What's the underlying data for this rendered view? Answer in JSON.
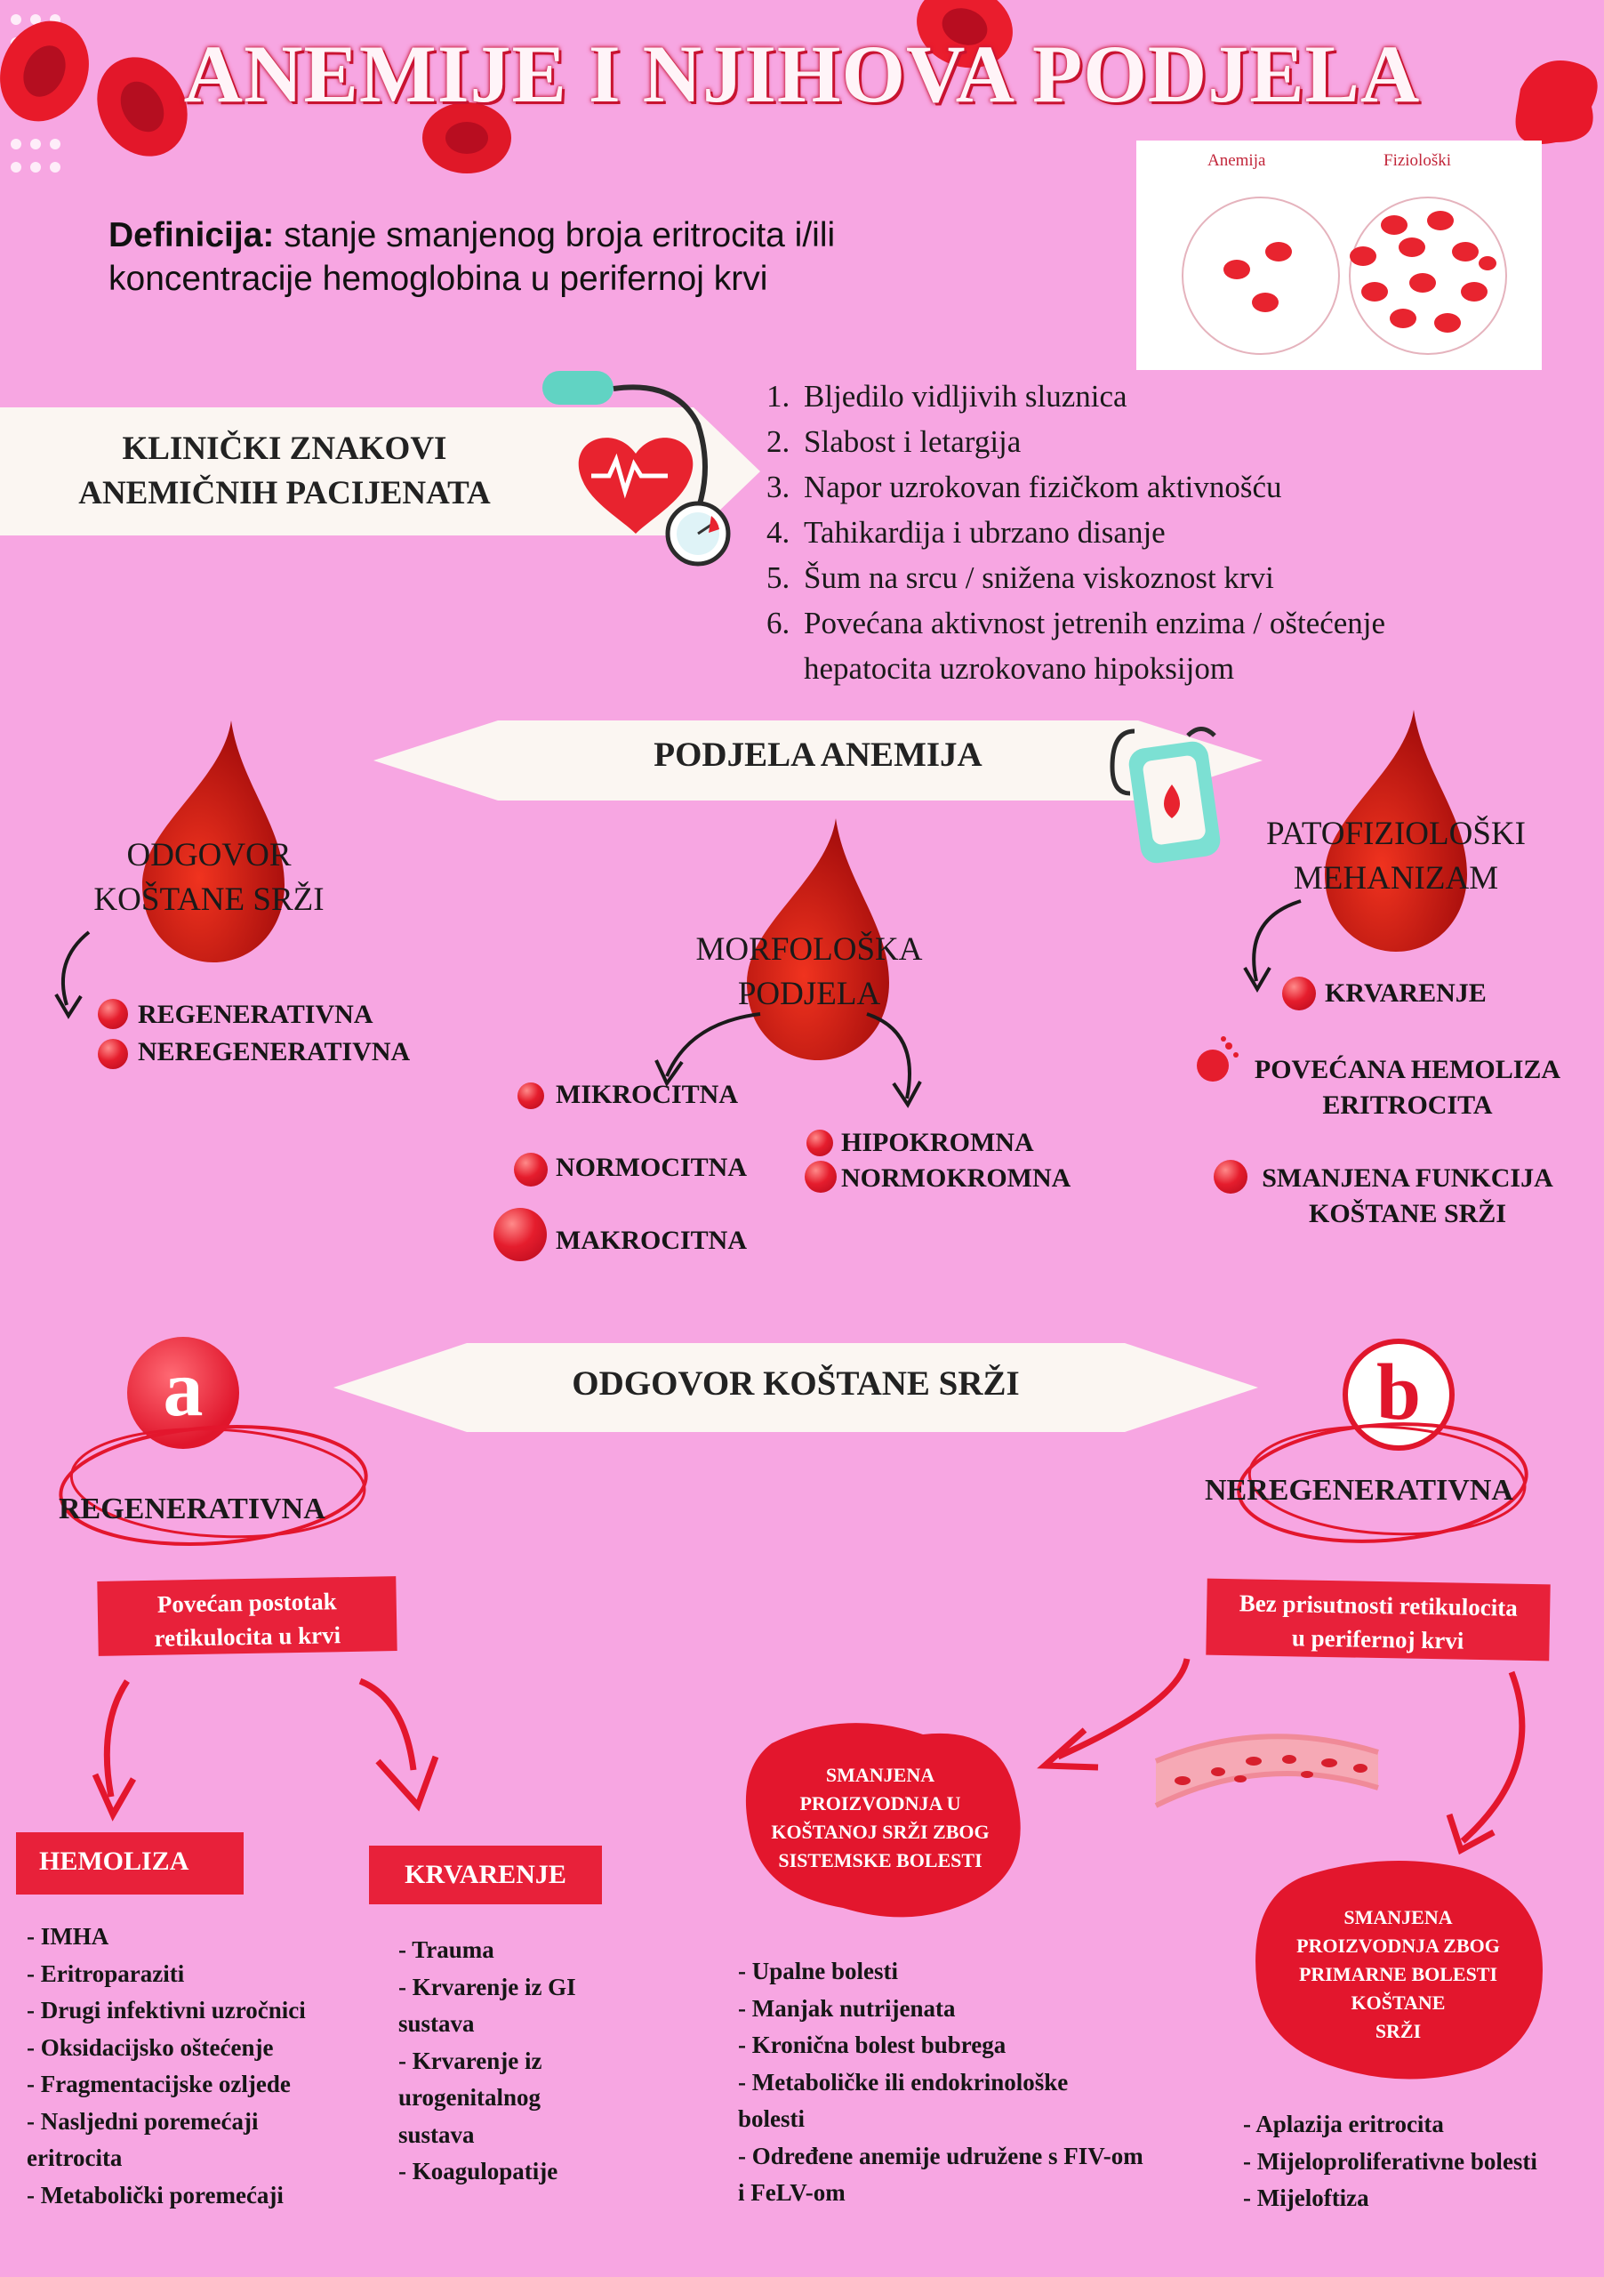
{
  "title": "ANEMIJE I NJIHOVA PODJELA",
  "definition": {
    "label": "Definicija:",
    "text_line1": " stanje smanjenog broja eritrocita i/ili",
    "text_line2": "koncentracije hemoglobina u perifernoj krvi"
  },
  "comparison_image": {
    "left_label": "Anemija",
    "right_label": "Fiziološki"
  },
  "clinical": {
    "banner_line1": "KLINIČKI ZNAKOVI",
    "banner_line2": "ANEMIČNIH PACIJENATA",
    "signs": [
      {
        "num": "1.",
        "text": "Bljedilo vidljivih sluznica"
      },
      {
        "num": "2.",
        "text": "Slabost i letargija"
      },
      {
        "num": "3.",
        "text": "Napor uzrokovan fizičkom aktivnošću"
      },
      {
        "num": "4.",
        "text": "Tahikardija i ubrzano disanje"
      },
      {
        "num": "5.",
        "text": "Šum na srcu / snižena viskoznost krvi"
      },
      {
        "num": "6.",
        "text": "Povećana aktivnost jetrenih enzima / oštećenje"
      },
      {
        "num": "",
        "text": "hepatocita uzrokovano hipoksijom"
      }
    ]
  },
  "classification": {
    "banner": "PODJELA ANEMIJA",
    "bone_marrow": {
      "line1": "ODGOVOR",
      "line2": "KOŠTANE SRŽI",
      "items": [
        "REGENERATIVNA",
        "NEREGENERATIVNA"
      ]
    },
    "morphological": {
      "line1": "MORFOLOŠKA",
      "line2": "PODJELA",
      "size_items": [
        "MIKROCITNA",
        "NORMOCITNA",
        "MAKROCITNA"
      ],
      "color_items": [
        "HIPOKROMNA",
        "NORMOKROMNA"
      ]
    },
    "pathophysiological": {
      "line1": "PATOFIZIOLOŠKI",
      "line2": "MEHANIZAM",
      "item1": "KRVARENJE",
      "item2_line1": "POVEĆANA HEMOLIZA",
      "item2_line2": "ERITROCITA",
      "item3_line1": "SMANJENA FUNKCIJA",
      "item3_line2": "KOŠTANE SRŽI"
    }
  },
  "marrow_response": {
    "banner": "ODGOVOR KOŠTANE SRŽI",
    "regenerative": {
      "letter": "a",
      "title": "REGENERATIVNA",
      "box_line1": "Povećan postotak",
      "box_line2": "retikulocita u krvi",
      "hemolysis": {
        "label": "HEMOLIZA",
        "items": [
          "- IMHA",
          "- Eritroparaziti",
          "- Drugi infektivni uzročnici",
          "- Oksidacijsko oštećenje",
          "- Fragmentacijske ozljede",
          "- Nasljedni poremećaji",
          "eritrocita",
          "- Metabolički poremećaji"
        ]
      },
      "bleeding": {
        "label": "KRVARENJE",
        "items": [
          "- Trauma",
          "- Krvarenje iz GI",
          "sustava",
          "- Krvarenje iz",
          "urogenitalnog",
          "sustava",
          "- Koagulopatije"
        ]
      }
    },
    "nonregenerative": {
      "letter": "b",
      "title": "NEREGENERATIVNA",
      "box_line1": "Bez prisutnosti retikulocita",
      "box_line2": "u perifernoj krvi",
      "systemic": {
        "label_lines": [
          "SMANJENA",
          "PROIZVODNJA U",
          "KOŠTANOJ SRŽI ZBOG",
          "SISTEMSKE BOLESTI"
        ],
        "items": [
          "- Upalne bolesti",
          "- Manjak nutrijenata",
          "- Kronična bolest bubrega",
          "- Metaboličke ili endokrinološke",
          "bolesti",
          "- Određene anemije udružene s FIV-om",
          "i FeLV-om"
        ]
      },
      "primary": {
        "label_lines": [
          "SMANJENA",
          "PROIZVODNJA ZBOG",
          "PRIMARNE BOLESTI",
          "KOŠTANE",
          "SRŽI"
        ],
        "items": [
          "- Aplazija eritrocita",
          "- Mijeloproliferativne bolesti",
          "- Mijeloftiza"
        ]
      }
    }
  },
  "colors": {
    "background": "#f7a6e2",
    "accent_red": "#e8213a",
    "banner": "#fbf6f2"
  }
}
